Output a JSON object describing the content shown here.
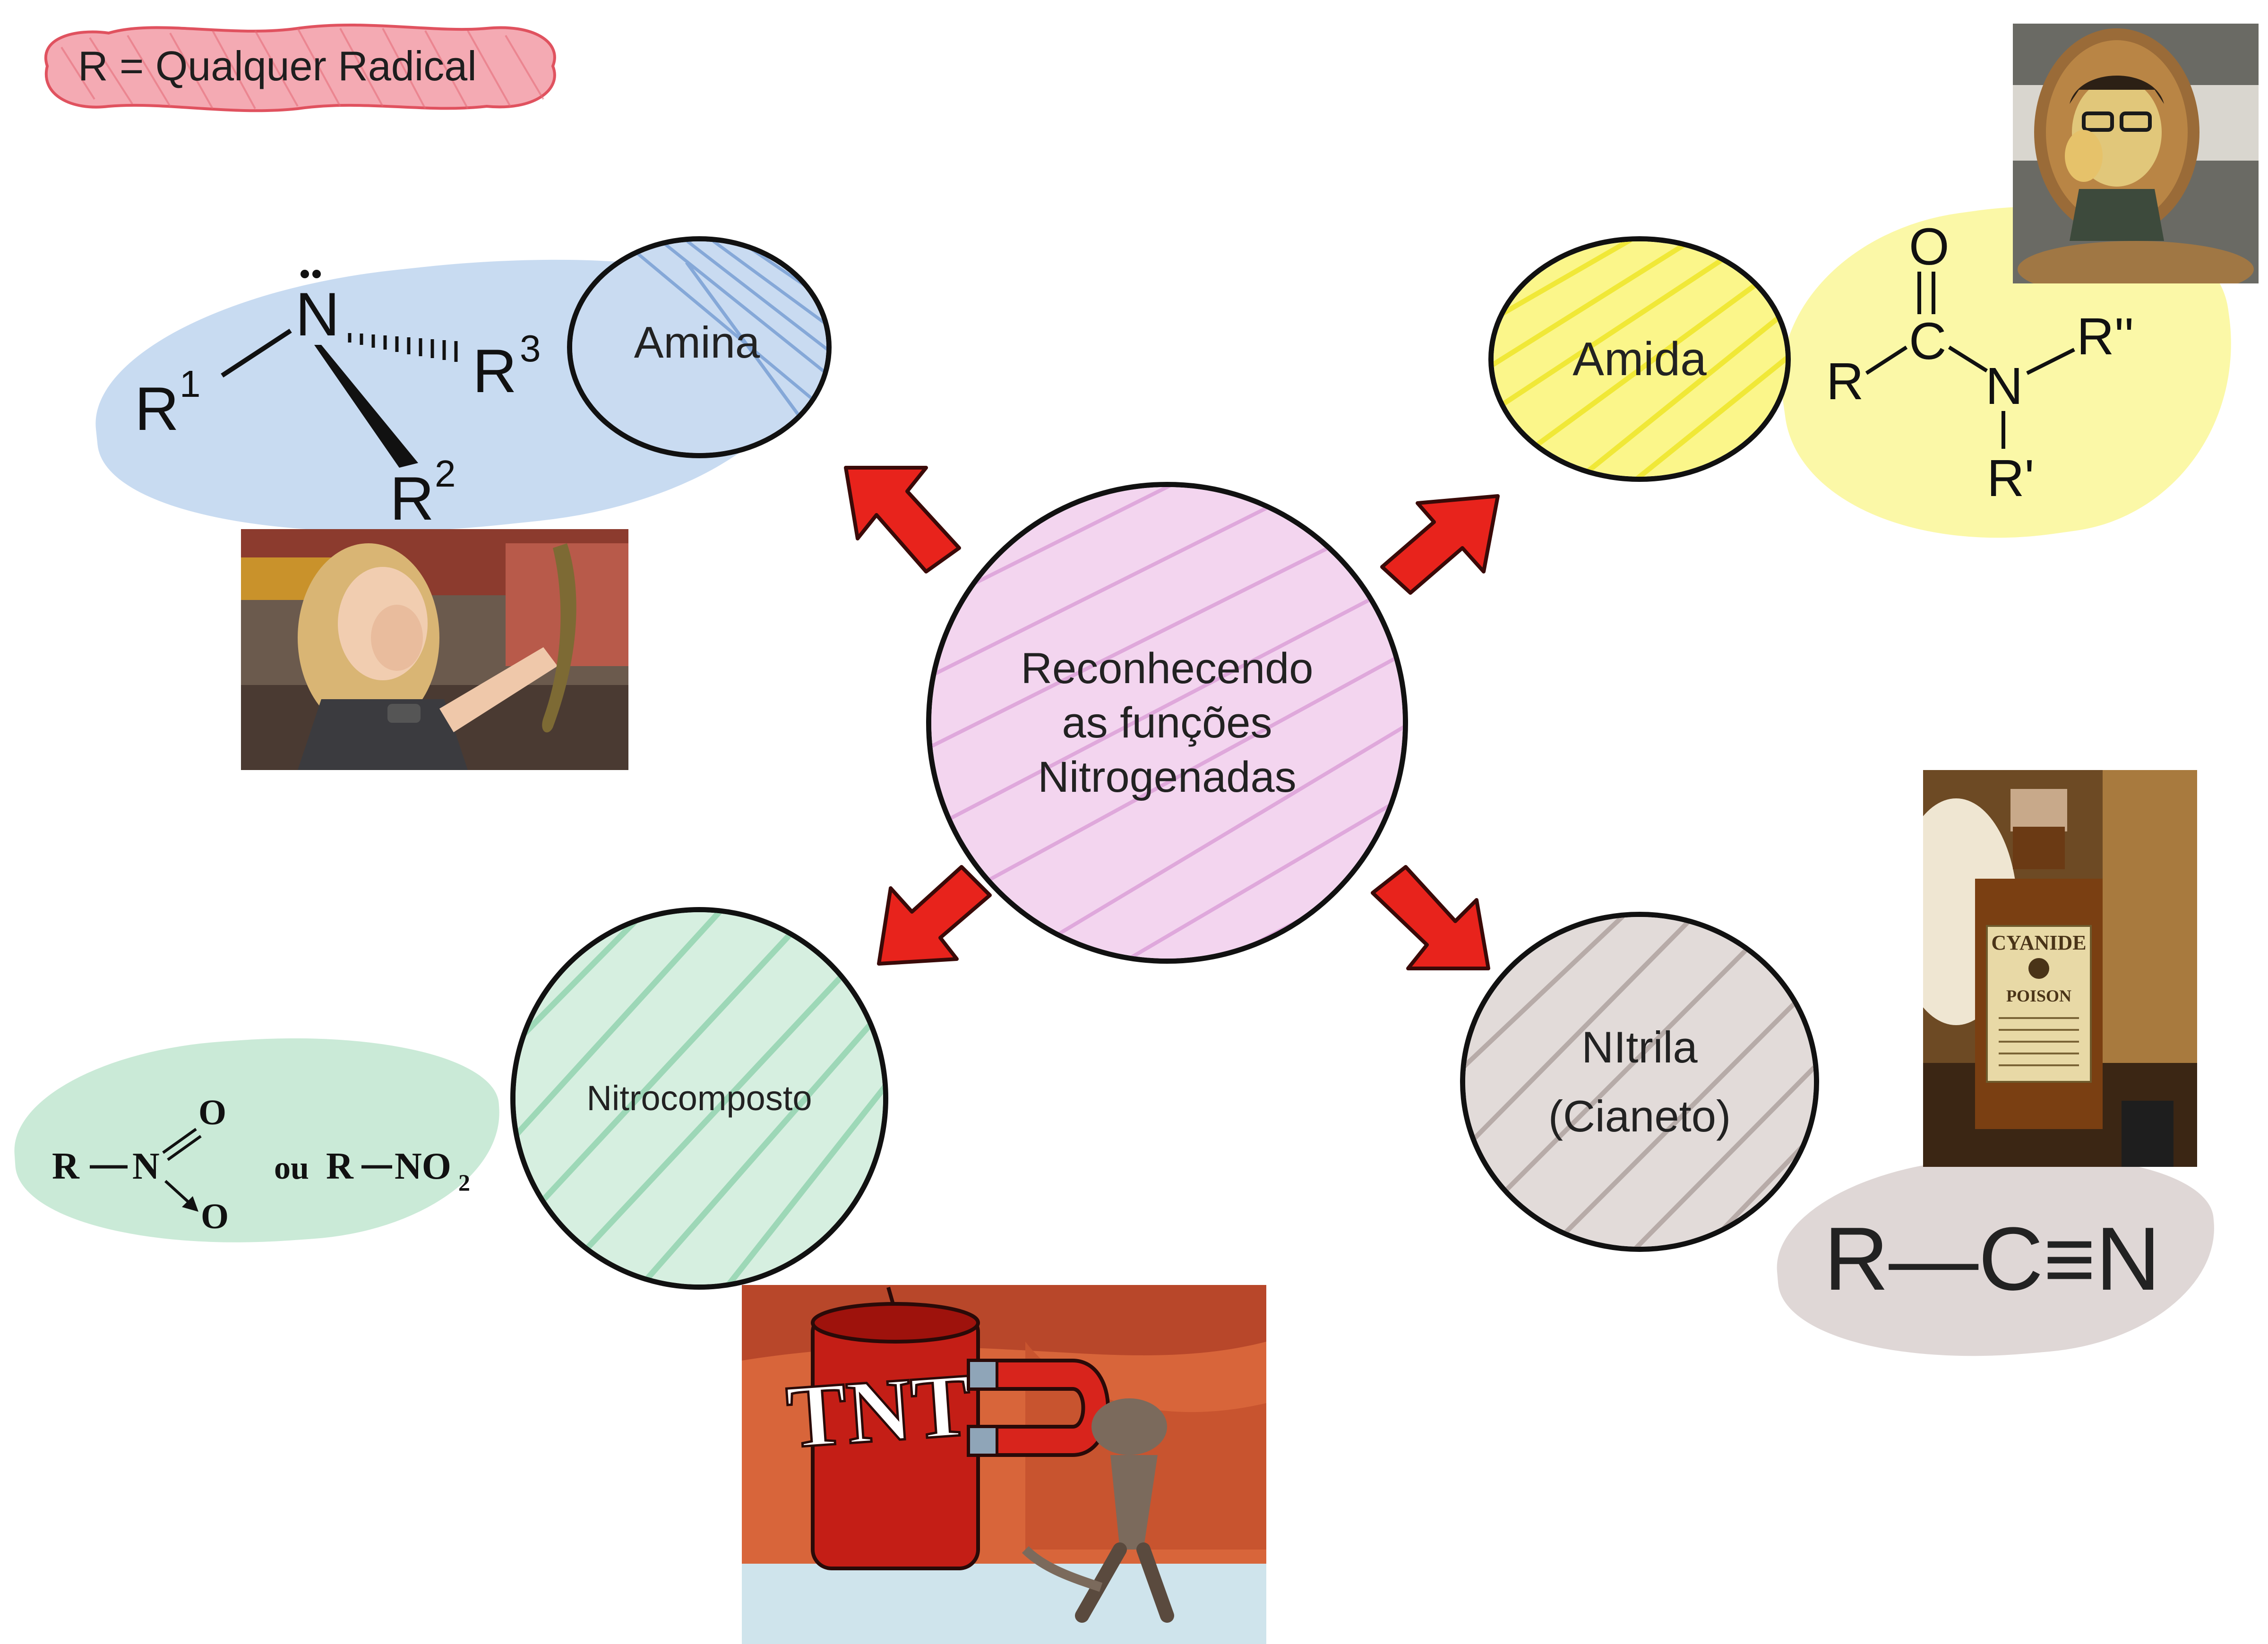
{
  "legend": {
    "text": "R = Qualquer Radical"
  },
  "center": {
    "lines": [
      "Reconhecendo",
      "as funções",
      "Nitrogenadas"
    ],
    "color": "#e3a6dc"
  },
  "nodes": {
    "amina": {
      "label": "Amina",
      "color": "#7fa6d9"
    },
    "amida": {
      "label": "Amida",
      "color": "#f5f04c"
    },
    "nitrocomposto": {
      "label": "Nitrocomposto",
      "color": "#9ed6b4"
    },
    "nitrila": {
      "label_line1": "NItrila",
      "label_line2": "(Cianeto)",
      "color": "#b7aaa6"
    }
  },
  "formulas": {
    "amina": {
      "n": "N",
      "r1": "R",
      "r1_sup": "1",
      "r2": "R",
      "r2_sup": "2",
      "r3": "R",
      "r3_sup": "3"
    },
    "amida": {
      "o": "O",
      "c": "C",
      "n": "N",
      "r": "R",
      "r_double": "R''",
      "r_prime": "R'"
    },
    "nitro": {
      "r": "R",
      "n": "N",
      "o_top": "O",
      "o_bottom": "O",
      "ou": "ou",
      "r2": "R",
      "no": "NO",
      "no_sub": "2"
    },
    "nitrila": {
      "text": "R—C≡N"
    }
  },
  "photos": {
    "tnt": {
      "label": "TNT"
    },
    "cyanide": {
      "label": "CYANIDE",
      "sublabel": "POISON"
    }
  },
  "arrow_color": "#e8231c"
}
